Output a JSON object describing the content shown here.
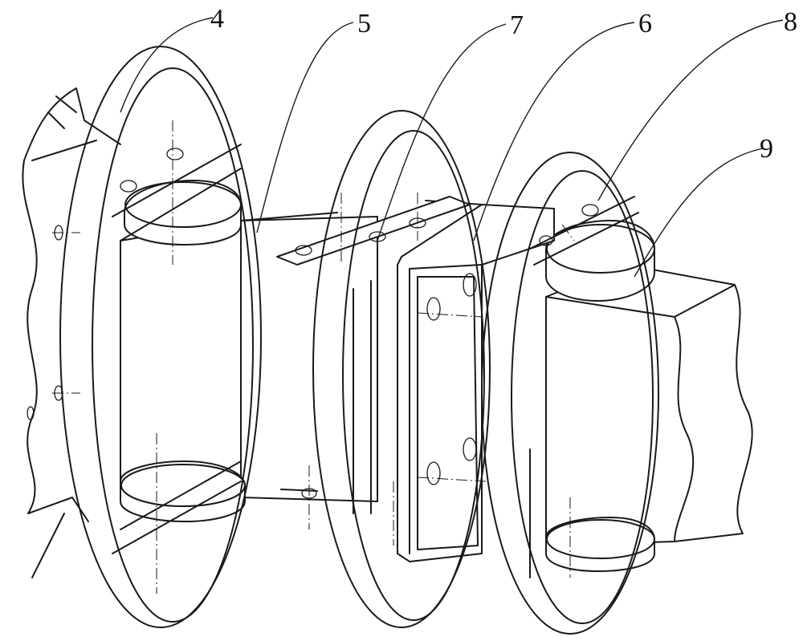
{
  "labels": [
    "4",
    "5",
    "7",
    "6",
    "8",
    "9"
  ]
}
